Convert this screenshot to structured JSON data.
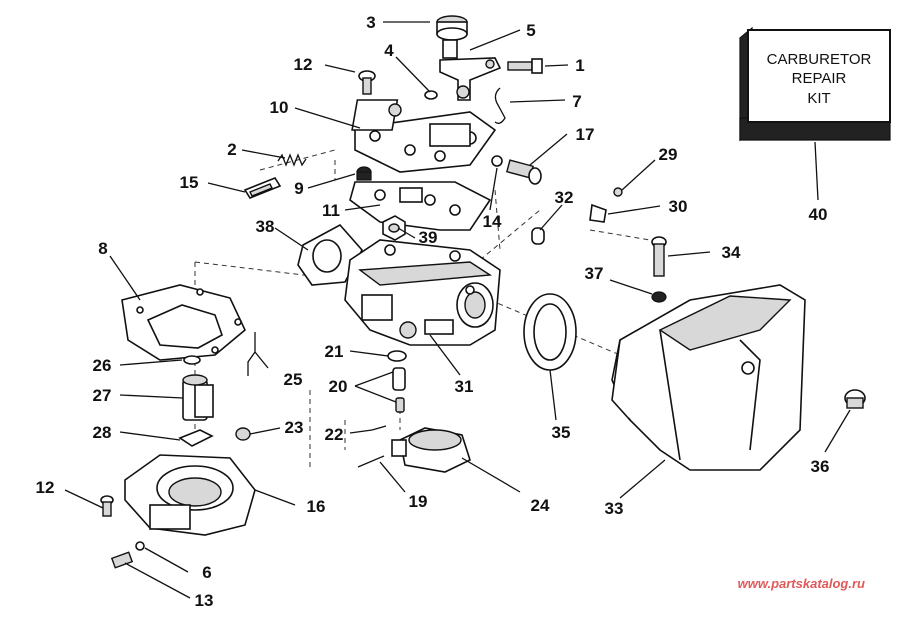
{
  "kit_box": {
    "line1": "CARBURETOR",
    "line2": "REPAIR",
    "line3": "KIT"
  },
  "watermark": "www.partskatalog.ru",
  "callouts": [
    {
      "id": "c1",
      "label": "1"
    },
    {
      "id": "c2",
      "label": "2"
    },
    {
      "id": "c3",
      "label": "3"
    },
    {
      "id": "c4",
      "label": "4"
    },
    {
      "id": "c5",
      "label": "5"
    },
    {
      "id": "c6",
      "label": "6"
    },
    {
      "id": "c7",
      "label": "7"
    },
    {
      "id": "c8",
      "label": "8"
    },
    {
      "id": "c9",
      "label": "9"
    },
    {
      "id": "c10",
      "label": "10"
    },
    {
      "id": "c11",
      "label": "11"
    },
    {
      "id": "c12a",
      "label": "12"
    },
    {
      "id": "c12b",
      "label": "12"
    },
    {
      "id": "c13",
      "label": "13"
    },
    {
      "id": "c14",
      "label": "14"
    },
    {
      "id": "c15",
      "label": "15"
    },
    {
      "id": "c16",
      "label": "16"
    },
    {
      "id": "c17",
      "label": "17"
    },
    {
      "id": "c19",
      "label": "19"
    },
    {
      "id": "c20",
      "label": "20"
    },
    {
      "id": "c21",
      "label": "21"
    },
    {
      "id": "c22",
      "label": "22"
    },
    {
      "id": "c23",
      "label": "23"
    },
    {
      "id": "c24",
      "label": "24"
    },
    {
      "id": "c25",
      "label": "25"
    },
    {
      "id": "c26",
      "label": "26"
    },
    {
      "id": "c27",
      "label": "27"
    },
    {
      "id": "c28",
      "label": "28"
    },
    {
      "id": "c29",
      "label": "29"
    },
    {
      "id": "c30",
      "label": "30"
    },
    {
      "id": "c31",
      "label": "31"
    },
    {
      "id": "c32",
      "label": "32"
    },
    {
      "id": "c33",
      "label": "33"
    },
    {
      "id": "c34",
      "label": "34"
    },
    {
      "id": "c35",
      "label": "35"
    },
    {
      "id": "c36",
      "label": "36"
    },
    {
      "id": "c37",
      "label": "37"
    },
    {
      "id": "c38",
      "label": "38"
    },
    {
      "id": "c39",
      "label": "39"
    },
    {
      "id": "c40",
      "label": "40"
    }
  ]
}
